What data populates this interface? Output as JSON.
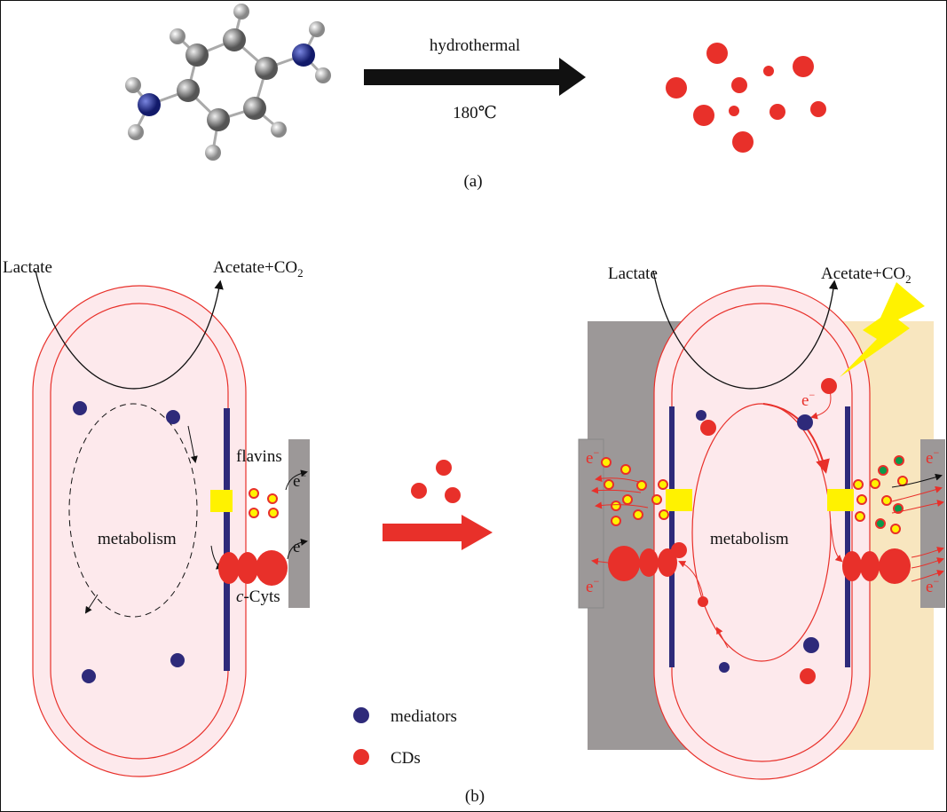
{
  "panel_a": {
    "label": "(a)",
    "arrow_top": "hydrothermal",
    "arrow_bottom": "180℃"
  },
  "panel_b": {
    "label": "(b)",
    "left_cell": {
      "lactate": "Lactate",
      "acetate": "Acetate+CO",
      "acetate_sub": "2",
      "metabolism": "metabolism",
      "flavins": "flavins",
      "electron": "e",
      "electron_sup": "−",
      "cyts_italic": "c",
      "cyts": "-Cyts"
    },
    "right_cell": {
      "lactate": "Lactate",
      "acetate": "Acetate+CO",
      "acetate_sub": "2",
      "metabolism": "metabolism",
      "electron": "e",
      "electron_sup": "−"
    },
    "legend": [
      {
        "label": "mediators",
        "color": "#2e2a7a"
      },
      {
        "label": "CDs",
        "color": "#e8302a"
      }
    ]
  },
  "colors": {
    "membrane": "#e8302a",
    "cytoplasm": "#fde9ec",
    "mediator": "#2e2a7a",
    "flavin": "#fff200",
    "electrode": "#9c9898",
    "light_side": "#f8e6bf",
    "green_flavin": "#0a9a4a"
  }
}
